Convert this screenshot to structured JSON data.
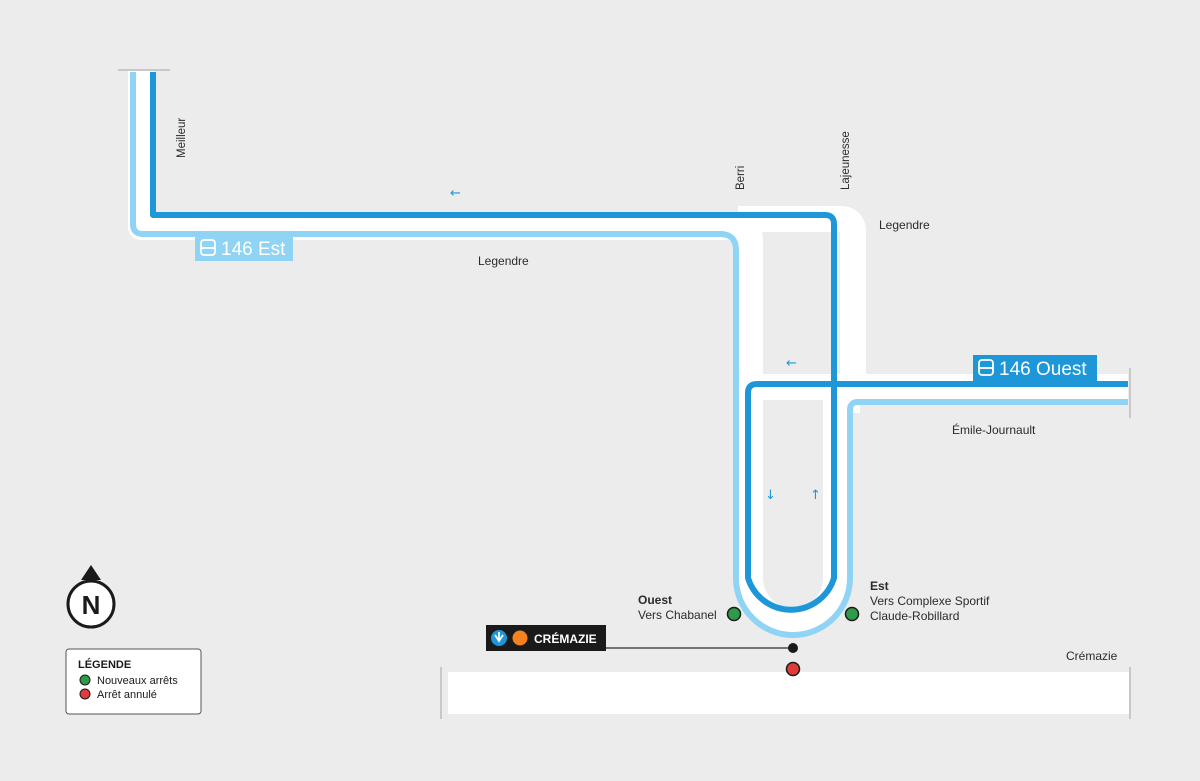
{
  "streets": {
    "meilleur": "Meilleur",
    "berri": "Berri",
    "lajeunesse": "Lajeunesse",
    "legendre_left": "Legendre",
    "legendre_right": "Legendre",
    "emile_journault": "Émile-Journault",
    "cremazie": "Crémazie"
  },
  "routes": {
    "est": {
      "label": "146 Est",
      "color": "#8fd3f5"
    },
    "ouest": {
      "label": "146 Ouest",
      "color": "#1e97d8"
    }
  },
  "stops": {
    "ouest": {
      "title": "Ouest",
      "subtitle": "Vers Chabanel",
      "status": "new"
    },
    "est": {
      "title": "Est",
      "line1": "Vers Complexe Sportif",
      "line2": "Claude-Robillard",
      "status": "new"
    }
  },
  "metro": {
    "station": "CRÉMAZIE",
    "line_color": "#f58220",
    "symbol_color": "#1e97d8"
  },
  "legend": {
    "title": "LÉGENDE",
    "items": [
      {
        "label": "Nouveaux arrêts",
        "color": "#2e9a4a"
      },
      {
        "label": "Arrêt annulé",
        "color": "#e03a3a"
      }
    ]
  },
  "compass": {
    "letter": "N"
  },
  "colors": {
    "background": "#ececec",
    "street": "#ffffff",
    "route_light": "#8fd3f5",
    "route_dark": "#1e97d8",
    "stop_new": "#2e9a4a",
    "stop_cancelled": "#e03a3a"
  }
}
